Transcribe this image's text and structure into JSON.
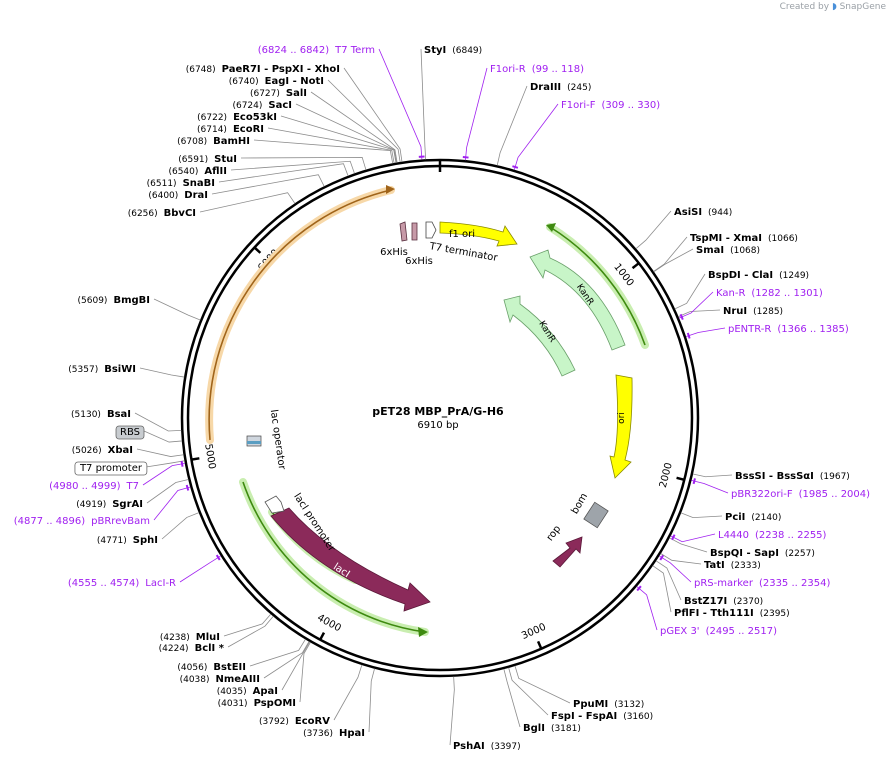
{
  "brand": {
    "created_by": "Created by",
    "name": "SnapGene"
  },
  "plasmid": {
    "name": "pET28 MBP_PrA/G-H6",
    "length_label": "6910 bp",
    "length": 6910
  },
  "ruler": [
    {
      "pos": 1000,
      "label": "1000"
    },
    {
      "pos": 2000,
      "label": "2000"
    },
    {
      "pos": 3000,
      "label": "3000"
    },
    {
      "pos": 4000,
      "label": "4000"
    },
    {
      "pos": 5000,
      "label": "5000"
    },
    {
      "pos": 6000,
      "label": "6000"
    }
  ],
  "colors": {
    "ori": "#ffff00",
    "kan": "#c8f5c8",
    "laci": "#8b2a5a",
    "rop": "#8b2a5a",
    "bom": "#9ea4aa",
    "primer": "#a020f0",
    "green_arc": "#5ab11a",
    "orange_arc": "#e8a33c",
    "his": "#c79aa8",
    "lacop": "#5a9ec2"
  },
  "sites": [
    {
      "id": "site-styi",
      "name": "StyI",
      "pos": 6849,
      "num": "(6849)",
      "labels": [
        {
          "text": "StyI",
          "bold": true
        },
        {
          "text": "(6849)"
        }
      ]
    },
    {
      "id": "site-t7term",
      "pos": 6833,
      "color": "primer",
      "labels": [
        {
          "text": "(6824 .. 6842)"
        },
        {
          "text": "T7 Term"
        }
      ]
    },
    {
      "id": "site-f1ori-r",
      "pos": 108,
      "color": "primer",
      "labels": [
        {
          "text": "F1ori-R"
        },
        {
          "text": "(99 .. 118)"
        }
      ]
    },
    {
      "id": "site-draiii",
      "pos": 245,
      "labels": [
        {
          "text": "DraIII",
          "bold": true
        },
        {
          "text": "(245)"
        }
      ]
    },
    {
      "id": "site-f1ori-f",
      "pos": 320,
      "color": "primer",
      "labels": [
        {
          "text": "F1ori-F"
        },
        {
          "text": "(309 .. 330)"
        }
      ]
    },
    {
      "id": "site-paer7i",
      "pos": 6748,
      "labels": [
        {
          "text": "(6748)"
        },
        {
          "text": "PaeR7I",
          "bold": true
        },
        {
          "text": " - PspXI",
          "bold": true
        },
        {
          "text": " - XhoI",
          "bold": true
        }
      ]
    },
    {
      "id": "site-eagi",
      "pos": 6740,
      "labels": [
        {
          "text": "(6740)"
        },
        {
          "text": "EagI",
          "bold": true
        },
        {
          "text": " - NotI",
          "bold": true
        }
      ]
    },
    {
      "id": "site-sali",
      "pos": 6727,
      "labels": [
        {
          "text": "(6727)"
        },
        {
          "text": "SalI",
          "bold": true
        }
      ]
    },
    {
      "id": "site-saci",
      "pos": 6724,
      "labels": [
        {
          "text": "(6724)"
        },
        {
          "text": "SacI",
          "bold": true
        }
      ]
    },
    {
      "id": "site-eco53ki",
      "pos": 6722,
      "labels": [
        {
          "text": "(6722)"
        },
        {
          "text": "Eco53kI",
          "bold": true
        }
      ]
    },
    {
      "id": "site-ecori",
      "pos": 6714,
      "labels": [
        {
          "text": "(6714)"
        },
        {
          "text": "EcoRI",
          "bold": true
        }
      ]
    },
    {
      "id": "site-bamhi",
      "pos": 6708,
      "labels": [
        {
          "text": "(6708)"
        },
        {
          "text": "BamHI",
          "bold": true
        }
      ]
    },
    {
      "id": "site-stui",
      "pos": 6591,
      "labels": [
        {
          "text": "(6591)"
        },
        {
          "text": "StuI",
          "bold": true
        }
      ]
    },
    {
      "id": "site-aflii",
      "pos": 6540,
      "labels": [
        {
          "text": "(6540)"
        },
        {
          "text": "AflII",
          "bold": true
        }
      ]
    },
    {
      "id": "site-snabi",
      "pos": 6511,
      "labels": [
        {
          "text": "(6511)"
        },
        {
          "text": "SnaBI",
          "bold": true
        }
      ]
    },
    {
      "id": "site-drai",
      "pos": 6400,
      "labels": [
        {
          "text": "(6400)"
        },
        {
          "text": "DraI",
          "bold": true
        }
      ]
    },
    {
      "id": "site-bbvci",
      "pos": 6256,
      "labels": [
        {
          "text": "(6256)"
        },
        {
          "text": "BbvCI",
          "bold": true
        }
      ]
    },
    {
      "id": "site-bmgbi",
      "pos": 5609,
      "labels": [
        {
          "text": "(5609)"
        },
        {
          "text": "BmgBI",
          "bold": true
        }
      ]
    },
    {
      "id": "site-bsiwi",
      "pos": 5357,
      "labels": [
        {
          "text": "(5357)"
        },
        {
          "text": "BsiWI",
          "bold": true
        }
      ]
    },
    {
      "id": "site-bsai",
      "pos": 5130,
      "labels": [
        {
          "text": "(5130)"
        },
        {
          "text": "BsaI",
          "bold": true
        }
      ]
    },
    {
      "id": "site-rbs",
      "pos": 5085,
      "box": "gray",
      "labels": [
        {
          "text": "RBS"
        }
      ]
    },
    {
      "id": "site-xbai",
      "pos": 5026,
      "labels": [
        {
          "text": "(5026)"
        },
        {
          "text": "XbaI",
          "bold": true
        }
      ]
    },
    {
      "id": "site-t7prom",
      "pos": 5000,
      "box": "white",
      "labels": [
        {
          "text": "T7 promoter"
        }
      ]
    },
    {
      "id": "site-t7",
      "pos": 4989,
      "color": "primer",
      "labels": [
        {
          "text": "(4980 .. 4999)"
        },
        {
          "text": "T7"
        }
      ]
    },
    {
      "id": "site-sgrai",
      "pos": 4919,
      "labels": [
        {
          "text": "(4919)"
        },
        {
          "text": "SgrAI",
          "bold": true
        }
      ]
    },
    {
      "id": "site-pbrrevbam",
      "pos": 4886,
      "color": "primer",
      "labels": [
        {
          "text": "(4877 .. 4896)"
        },
        {
          "text": "pBRrevBam"
        }
      ]
    },
    {
      "id": "site-sphi",
      "pos": 4771,
      "labels": [
        {
          "text": "(4771)"
        },
        {
          "text": "SphI",
          "bold": true
        }
      ]
    },
    {
      "id": "site-laci-r",
      "pos": 4565,
      "color": "primer",
      "labels": [
        {
          "text": "(4555 .. 4574)"
        },
        {
          "text": "LacI-R"
        }
      ]
    },
    {
      "id": "site-mlui",
      "pos": 4238,
      "labels": [
        {
          "text": "(4238)"
        },
        {
          "text": "MluI",
          "bold": true
        }
      ]
    },
    {
      "id": "site-bcli",
      "pos": 4224,
      "labels": [
        {
          "text": "(4224)"
        },
        {
          "text": "BclI *",
          "bold": true
        }
      ]
    },
    {
      "id": "site-bsteii",
      "pos": 4056,
      "labels": [
        {
          "text": "(4056)"
        },
        {
          "text": "BstEII",
          "bold": true
        }
      ]
    },
    {
      "id": "site-nmeaiii",
      "pos": 4038,
      "labels": [
        {
          "text": "(4038)"
        },
        {
          "text": "NmeAIII",
          "bold": true
        }
      ]
    },
    {
      "id": "site-apai",
      "pos": 4035,
      "labels": [
        {
          "text": "(4035)"
        },
        {
          "text": "ApaI",
          "bold": true
        }
      ]
    },
    {
      "id": "site-pspomi",
      "pos": 4031,
      "labels": [
        {
          "text": "(4031)"
        },
        {
          "text": "PspOMI",
          "bold": true
        }
      ]
    },
    {
      "id": "site-ecorv",
      "pos": 3792,
      "labels": [
        {
          "text": "(3792)"
        },
        {
          "text": "EcoRV",
          "bold": true
        }
      ]
    },
    {
      "id": "site-hpai",
      "pos": 3736,
      "labels": [
        {
          "text": "(3736)"
        },
        {
          "text": "HpaI",
          "bold": true
        }
      ]
    },
    {
      "id": "site-pshai",
      "pos": 3397,
      "labels": [
        {
          "text": "PshAI",
          "bold": true
        },
        {
          "text": "(3397)"
        }
      ]
    },
    {
      "id": "site-bgli",
      "pos": 3181,
      "labels": [
        {
          "text": "BglI",
          "bold": true
        },
        {
          "text": "(3181)"
        }
      ]
    },
    {
      "id": "site-fspi",
      "pos": 3160,
      "labels": [
        {
          "text": "FspI",
          "bold": true
        },
        {
          "text": " - FspAI",
          "bold": true
        },
        {
          "text": "(3160)"
        }
      ]
    },
    {
      "id": "site-ppumi",
      "pos": 3132,
      "labels": [
        {
          "text": "PpuMI",
          "bold": true
        },
        {
          "text": "(3132)"
        }
      ]
    },
    {
      "id": "site-pgex3",
      "pos": 2506,
      "color": "primer",
      "labels": [
        {
          "text": "pGEX 3'"
        },
        {
          "text": "(2495 .. 2517)"
        }
      ]
    },
    {
      "id": "site-pflfi",
      "pos": 2395,
      "labels": [
        {
          "text": "PflFI",
          "bold": true
        },
        {
          "text": " - Tth111I",
          "bold": true
        },
        {
          "text": "(2395)"
        }
      ]
    },
    {
      "id": "site-bstz17i",
      "pos": 2370,
      "labels": [
        {
          "text": "BstZ17I",
          "bold": true
        },
        {
          "text": "(2370)"
        }
      ]
    },
    {
      "id": "site-prsmarker",
      "pos": 2345,
      "color": "primer",
      "labels": [
        {
          "text": "pRS-marker"
        },
        {
          "text": "(2335 .. 2354)"
        }
      ]
    },
    {
      "id": "site-tati",
      "pos": 2333,
      "labels": [
        {
          "text": "TatI",
          "bold": true
        },
        {
          "text": "(2333)"
        }
      ]
    },
    {
      "id": "site-bspqi",
      "pos": 2257,
      "labels": [
        {
          "text": "BspQI",
          "bold": true
        },
        {
          "text": " - SapI",
          "bold": true
        },
        {
          "text": "(2257)"
        }
      ]
    },
    {
      "id": "site-l4440",
      "pos": 2247,
      "color": "primer",
      "labels": [
        {
          "text": "L4440"
        },
        {
          "text": "(2238 .. 2255)"
        }
      ]
    },
    {
      "id": "site-pcii",
      "pos": 2140,
      "labels": [
        {
          "text": "PciI",
          "bold": true
        },
        {
          "text": "(2140)"
        }
      ]
    },
    {
      "id": "site-pbr322ori-f",
      "pos": 1995,
      "color": "primer",
      "labels": [
        {
          "text": "pBR322ori-F"
        },
        {
          "text": "(1985 .. 2004)"
        }
      ]
    },
    {
      "id": "site-bsssi",
      "pos": 1967,
      "labels": [
        {
          "text": "BssSI",
          "bold": true
        },
        {
          "text": " - BssSαI",
          "bold": true
        },
        {
          "text": "(1967)"
        }
      ]
    },
    {
      "id": "site-pentr-r",
      "pos": 1376,
      "color": "primer",
      "labels": [
        {
          "text": "pENTR-R"
        },
        {
          "text": "(1366 .. 1385)"
        }
      ]
    },
    {
      "id": "site-nrui",
      "pos": 1285,
      "labels": [
        {
          "text": "NruI",
          "bold": true
        },
        {
          "text": "(1285)"
        }
      ]
    },
    {
      "id": "site-kan-r",
      "pos": 1292,
      "color": "primer",
      "labels": [
        {
          "text": "Kan-R"
        },
        {
          "text": "(1282 .. 1301)"
        }
      ]
    },
    {
      "id": "site-bspdi",
      "pos": 1249,
      "labels": [
        {
          "text": "BspDI",
          "bold": true
        },
        {
          "text": " - ClaI",
          "bold": true
        },
        {
          "text": "(1249)"
        }
      ]
    },
    {
      "id": "site-smai",
      "pos": 1068,
      "labels": [
        {
          "text": "SmaI",
          "bold": true
        },
        {
          "text": "(1068)"
        }
      ]
    },
    {
      "id": "site-tspmi",
      "pos": 1066,
      "labels": [
        {
          "text": "TspMI",
          "bold": true
        },
        {
          "text": " - XmaI",
          "bold": true
        },
        {
          "text": "(1066)"
        }
      ]
    },
    {
      "id": "site-asisi",
      "pos": 944,
      "labels": [
        {
          "text": "AsiSI",
          "bold": true
        },
        {
          "text": "(944)"
        }
      ]
    }
  ],
  "features": [
    {
      "id": "feat-f1ori",
      "label": "f1 ori",
      "color": "ori"
    },
    {
      "id": "feat-kanr-1",
      "label": "KanR",
      "color": "kan"
    },
    {
      "id": "feat-kanr-2",
      "label": "KanR",
      "color": "kan"
    },
    {
      "id": "feat-ori",
      "label": "ori",
      "color": "ori"
    },
    {
      "id": "feat-laci",
      "label": "lacI",
      "color": "laci"
    },
    {
      "id": "feat-laci-promoter",
      "label": "lacI promoter"
    },
    {
      "id": "feat-lac-operator",
      "label": "lac operator"
    },
    {
      "id": "feat-rop",
      "label": "rop",
      "color": "rop"
    },
    {
      "id": "feat-bom",
      "label": "bom",
      "color": "bom"
    },
    {
      "id": "feat-6xhis-1",
      "label": "6xHis"
    },
    {
      "id": "feat-6xhis-2",
      "label": "6xHis"
    },
    {
      "id": "feat-t7-terminator",
      "label": "T7 terminator"
    }
  ]
}
